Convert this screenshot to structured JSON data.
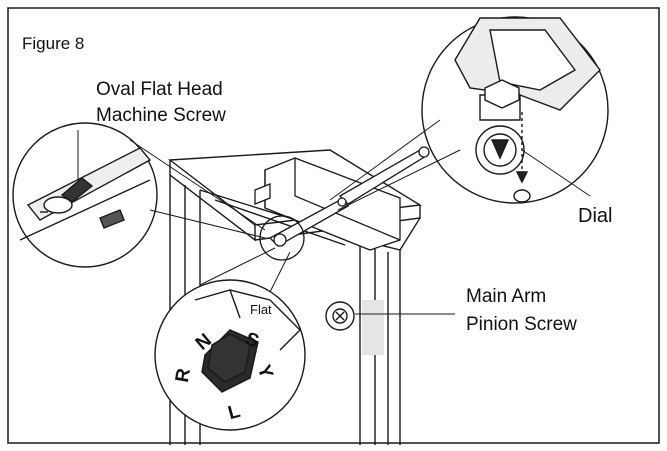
{
  "figure": {
    "label": "Figure 8"
  },
  "callouts": {
    "oval_screw_line1": "Oval Flat Head",
    "oval_screw_line2": "Machine Screw",
    "dial": "Dial",
    "pinion_line1": "Main Arm",
    "pinion_line2": "Pinion Screw"
  },
  "detail_view": {
    "flat": "Flat",
    "letters": [
      "N",
      "S",
      "Y",
      "R",
      "L"
    ]
  },
  "colors": {
    "line": "#1a1a1a",
    "shade": "#d9d9d9",
    "fill": "#ffffff"
  }
}
